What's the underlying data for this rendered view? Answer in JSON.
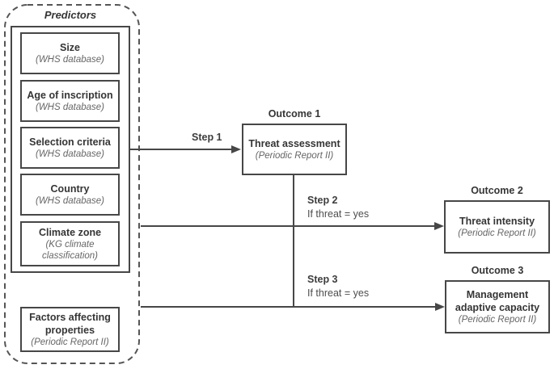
{
  "colors": {
    "stroke": "#474747",
    "title_text": "#353535",
    "subtitle_text": "#666666",
    "background": "#ffffff"
  },
  "predictors": {
    "title": "Predictors",
    "boxes": [
      {
        "title": "Size",
        "subtitle": "(WHS database)"
      },
      {
        "title": "Age of inscription",
        "subtitle": "(WHS database)"
      },
      {
        "title": "Selection criteria",
        "subtitle": "(WHS database)"
      },
      {
        "title": "Country",
        "subtitle": "(WHS database)"
      },
      {
        "title": "Climate zone",
        "subtitle": "(KG climate classification)"
      }
    ],
    "factors_box": {
      "title": "Factors affecting properties",
      "subtitle": "(Periodic Report II)"
    }
  },
  "outcomes": [
    {
      "label": "Outcome 1",
      "title": "Threat assessment",
      "subtitle": "(Periodic Report II)"
    },
    {
      "label": "Outcome 2",
      "title": "Threat intensity",
      "subtitle": "(Periodic Report II)"
    },
    {
      "label": "Outcome 3",
      "title": "Management adaptive capacity",
      "subtitle": "(Periodic Report II)"
    }
  ],
  "steps": [
    {
      "label": "Step 1",
      "condition": "",
      "from": "Predictors",
      "to": "Outcome 1"
    },
    {
      "label": "Step 2",
      "condition": "If threat = yes",
      "from": "Predictors / Outcome 1",
      "to": "Outcome 2"
    },
    {
      "label": "Step 3",
      "condition": "If threat = yes",
      "from": "Predictors / Outcome 1",
      "to": "Outcome 3"
    }
  ]
}
